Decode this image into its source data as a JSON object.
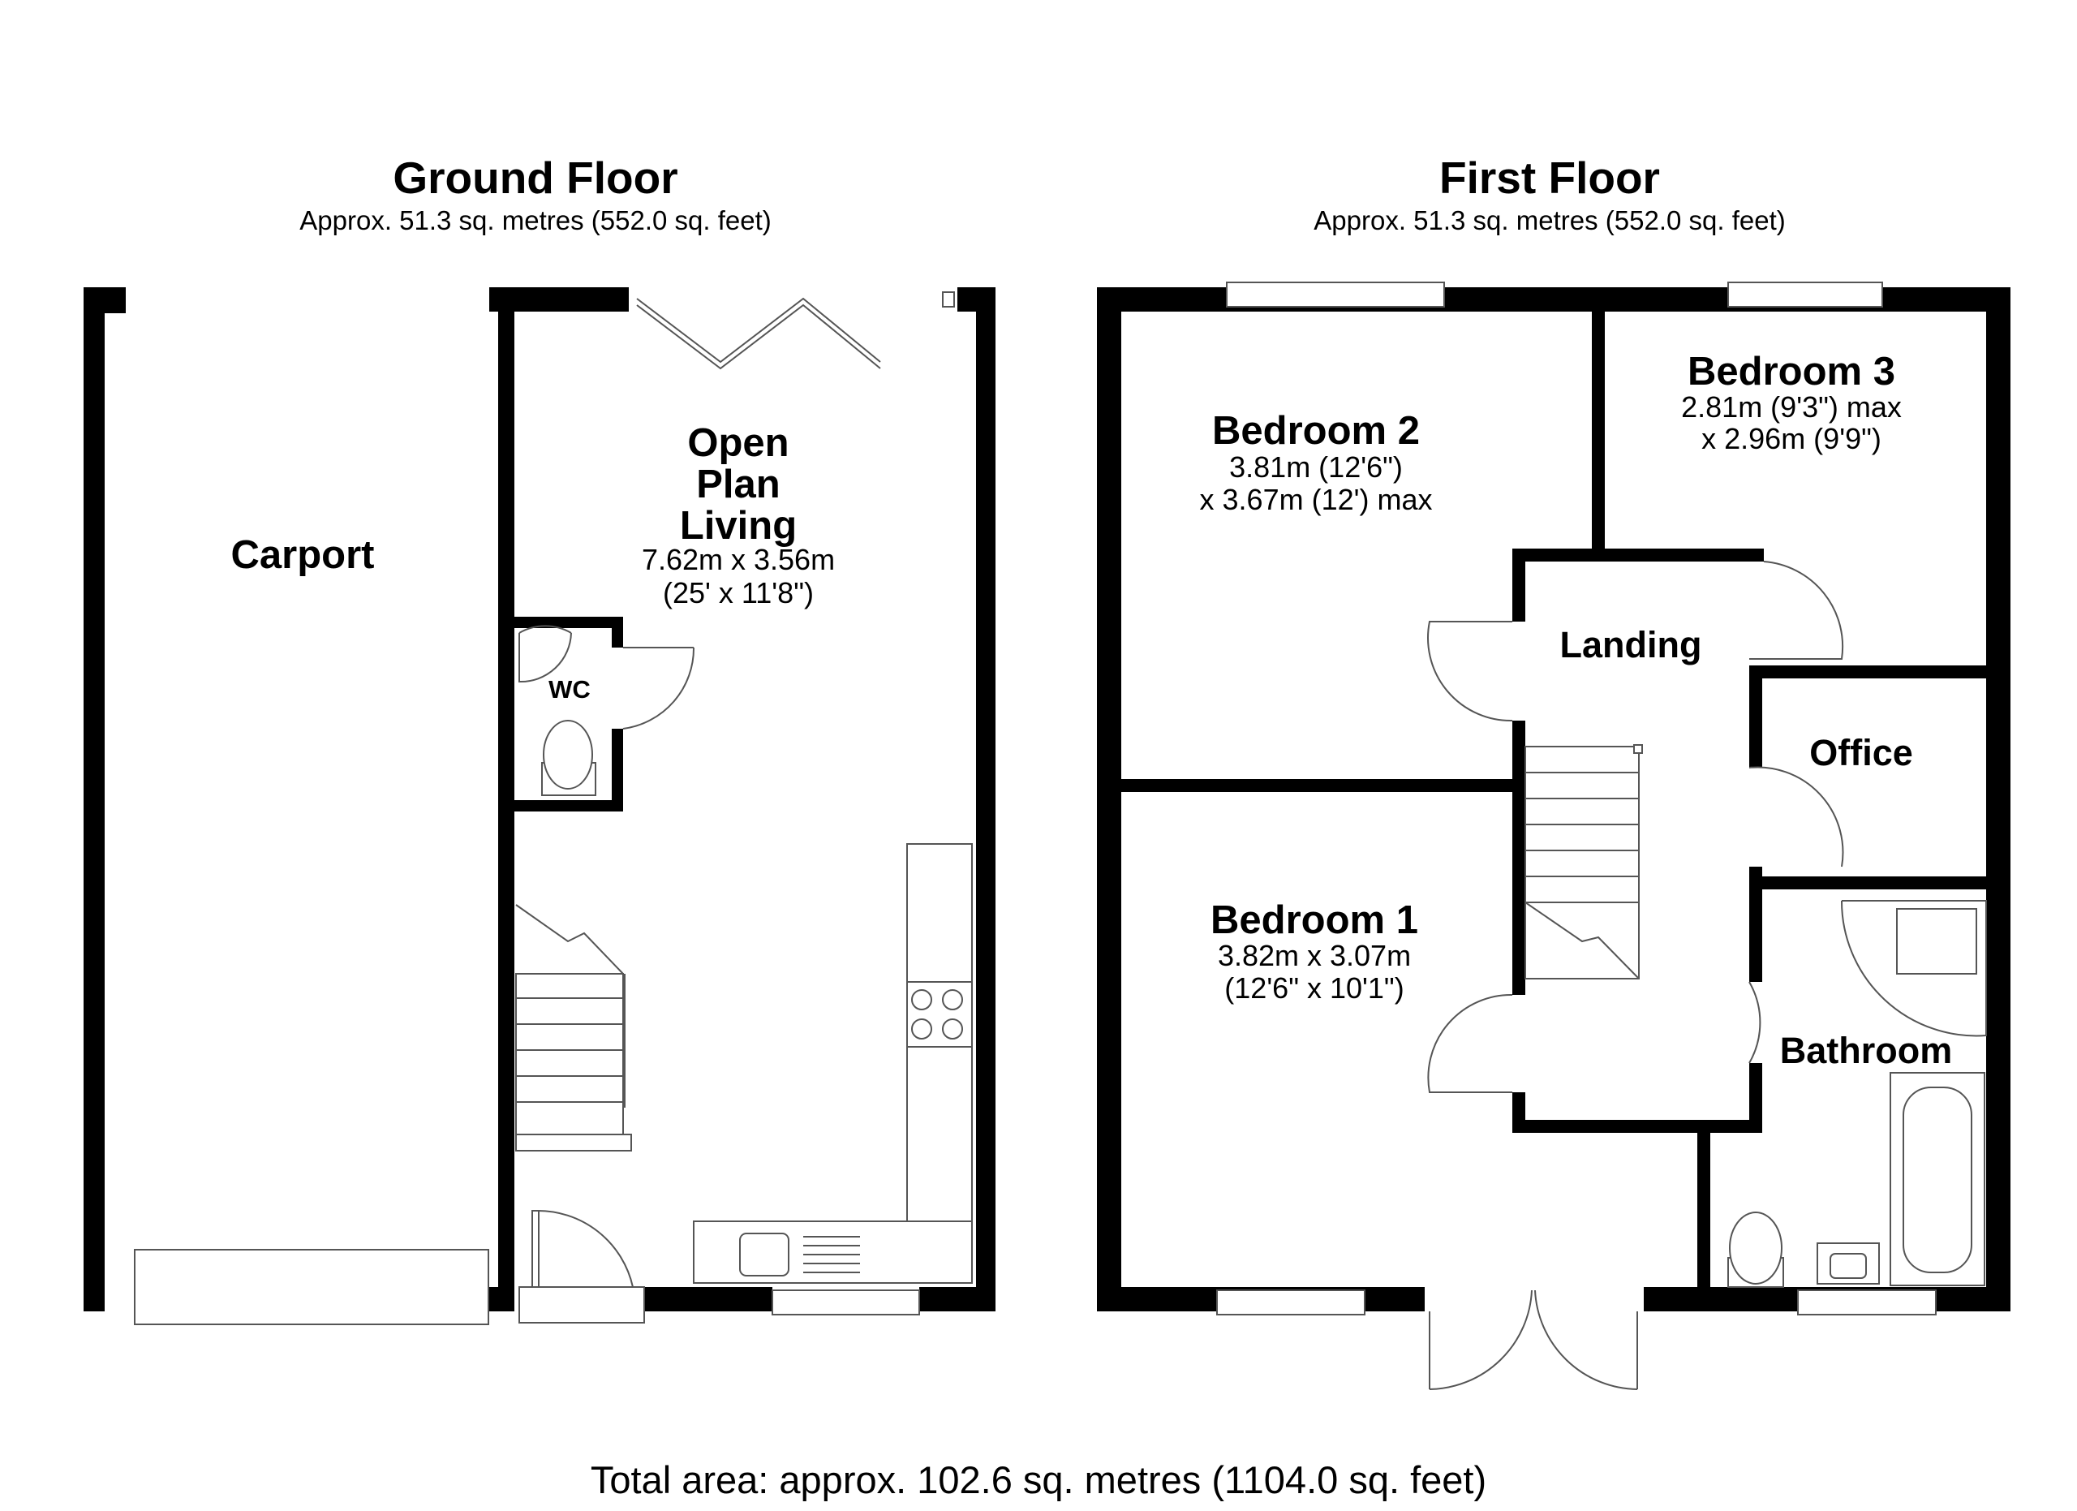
{
  "ground_floor": {
    "title": "Ground Floor",
    "area": "Approx. 51.3 sq. metres (552.0 sq. feet)",
    "rooms": {
      "carport": {
        "name": "Carport"
      },
      "open_plan": {
        "name_lines": [
          "Open",
          "Plan",
          "Living"
        ],
        "dims": [
          "7.62m x 3.56m",
          "(25' x 11'8\")"
        ]
      },
      "wc": {
        "name": "WC"
      }
    }
  },
  "first_floor": {
    "title": "First Floor",
    "area": "Approx. 51.3 sq. metres (552.0 sq. feet)",
    "rooms": {
      "bedroom2": {
        "name": "Bedroom 2",
        "dims": [
          "3.81m (12'6\")",
          "x 3.67m (12') max"
        ]
      },
      "bedroom3": {
        "name": "Bedroom 3",
        "dims": [
          "2.81m (9'3\") max",
          "x 2.96m (9'9\")"
        ]
      },
      "landing": {
        "name": "Landing"
      },
      "office": {
        "name": "Office"
      },
      "bedroom1": {
        "name": "Bedroom 1",
        "dims": [
          "3.82m x 3.07m",
          "(12'6\" x 10'1\")"
        ]
      },
      "bathroom": {
        "name": "Bathroom"
      }
    }
  },
  "total_area": "Total area: approx. 102.6 sq. metres (1104.0 sq. feet)"
}
